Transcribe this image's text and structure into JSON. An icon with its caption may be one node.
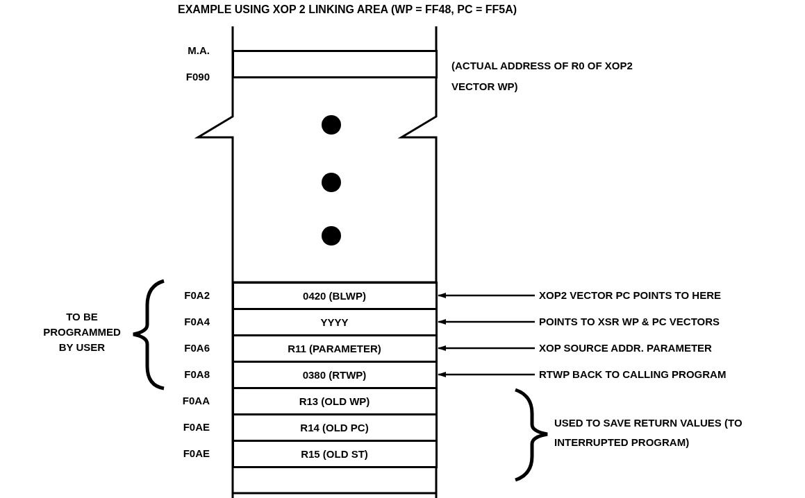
{
  "diagram": {
    "title": "EXAMPLE USING XOP 2 LINKING AREA (WP = FF48, PC = FF5A)",
    "nodes": [
      {
        "text": [],
        "shape": "box"
      },
      {
        "text": [
          "0420 (BLWP)"
        ],
        "beside": [
          "F0A2"
        ]
      },
      {
        "text": [
          "YYYY"
        ],
        "beside": [
          "F0A4"
        ]
      },
      {
        "text": [
          "R11 (PARAMETER)"
        ],
        "beside": [
          "F0A6"
        ]
      },
      {
        "text": [
          "0380 (RTWP)"
        ],
        "beside": [
          "F0A8"
        ]
      },
      {
        "text": [
          "R13 (OLD WP)"
        ],
        "beside": [
          "F0AA"
        ]
      },
      {
        "text": [
          "R14 (OLD PC)"
        ],
        "beside": [
          "F0AE"
        ]
      },
      {
        "text": [
          "R15 (OLD ST)"
        ],
        "beside": [
          "F0AE"
        ]
      },
      {
        "text": [
          "XOP2 VECTOR PC POINTS TO HERE"
        ]
      },
      {
        "text": [
          "POINTS TO XSR WP & PC VECTORS"
        ]
      },
      {
        "text": [
          "XOP SOURCE ADDR. PARAMETER"
        ]
      },
      {
        "text": [
          "RTWP BACK TO CALLING PROGRAM"
        ]
      }
    ],
    "edges": [
      {
        "from": 8,
        "to": 1,
        "arrow": "to"
      },
      {
        "from": 9,
        "to": 2,
        "arrow": "to"
      },
      {
        "from": 10,
        "to": 3,
        "arrow": "to"
      },
      {
        "from": 11,
        "to": 4,
        "arrow": "to"
      }
    ],
    "labels": [
      "M.A.",
      "F090",
      "(ACTUAL ADDRESS OF R0 OF XOP2 VECTOR WP)",
      "TO BE PROGRAMMED BY USER",
      "USED TO SAVE RETURN VALUES (TO INTERRUPTED PROGRAM)"
    ]
  }
}
